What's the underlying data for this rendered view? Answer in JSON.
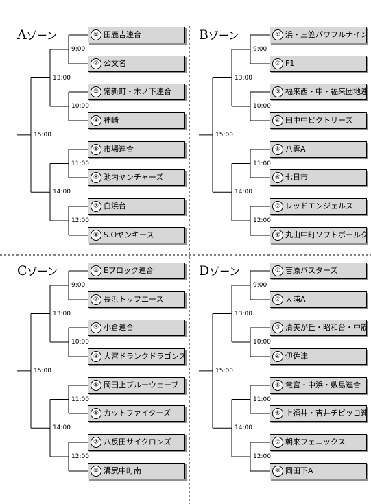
{
  "zones": [
    {
      "letter": "A",
      "suffix": "ゾーン",
      "final_time": "15:00",
      "semi_times": [
        "13:00",
        "14:00"
      ],
      "first_times": [
        "9:00",
        "10:00",
        "11:00",
        "12:00"
      ],
      "teams": [
        {
          "num": "1",
          "name": "田鹿吉連合"
        },
        {
          "num": "2",
          "name": "公文名"
        },
        {
          "num": "3",
          "name": "常新町・木ノ下連合"
        },
        {
          "num": "4",
          "name": "神崎"
        },
        {
          "num": "5",
          "name": "市場連合"
        },
        {
          "num": "6",
          "name": "池内ヤンチャーズ"
        },
        {
          "num": "7",
          "name": "白浜台"
        },
        {
          "num": "8",
          "name": "S.Oヤンキース"
        }
      ]
    },
    {
      "letter": "B",
      "suffix": "ゾーン",
      "final_time": "15:00",
      "semi_times": [
        "13:00",
        "14:00"
      ],
      "first_times": [
        "9:00",
        "10:00",
        "11:00",
        "12:00"
      ],
      "teams": [
        {
          "num": "1",
          "name": "浜・三笠パワフルナイン"
        },
        {
          "num": "2",
          "name": "F1"
        },
        {
          "num": "3",
          "name": "福来西・中・福来団地連合"
        },
        {
          "num": "4",
          "name": "田中中ピクトリーズ"
        },
        {
          "num": "5",
          "name": "八雲A"
        },
        {
          "num": "6",
          "name": "七日市"
        },
        {
          "num": "7",
          "name": "レッドエンジェルス"
        },
        {
          "num": "8",
          "name": "丸山中町ソフトボールクラブ"
        }
      ]
    },
    {
      "letter": "C",
      "suffix": "ゾーン",
      "final_time": "15:00",
      "semi_times": [
        "13:00",
        "14:00"
      ],
      "first_times": [
        "9:00",
        "10:00",
        "11:00",
        "12:00"
      ],
      "teams": [
        {
          "num": "1",
          "name": "Eブロック連合"
        },
        {
          "num": "2",
          "name": "長浜トップエース"
        },
        {
          "num": "3",
          "name": "小倉連合"
        },
        {
          "num": "4",
          "name": "大宮ドランクドラゴンズ"
        },
        {
          "num": "5",
          "name": "岡田上ブルーウェーブ"
        },
        {
          "num": "6",
          "name": "カットファイターズ"
        },
        {
          "num": "7",
          "name": "八反田サイクロンズ"
        },
        {
          "num": "8",
          "name": "溝尻中町南"
        }
      ]
    },
    {
      "letter": "D",
      "suffix": "ゾーン",
      "final_time": "15:00",
      "semi_times": [
        "13:00",
        "14:00"
      ],
      "first_times": [
        "9:00",
        "10:00",
        "11:00",
        "12:00"
      ],
      "teams": [
        {
          "num": "1",
          "name": "吉原バスターズ"
        },
        {
          "num": "2",
          "name": "大浦A"
        },
        {
          "num": "3",
          "name": "清美が丘・昭和台・中筋連合"
        },
        {
          "num": "4",
          "name": "伊佐津"
        },
        {
          "num": "5",
          "name": "竜宮・中浜・敷島連合"
        },
        {
          "num": "6",
          "name": "上福井・吉井チビッコ連合"
        },
        {
          "num": "7",
          "name": "朝来フェニックス"
        },
        {
          "num": "8",
          "name": "岡田下A"
        }
      ]
    }
  ]
}
